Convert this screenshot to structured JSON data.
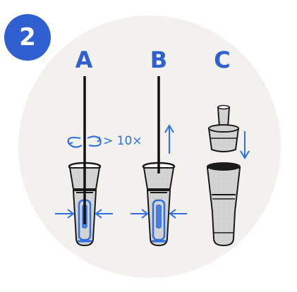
{
  "step": {
    "number": "2"
  },
  "panels": [
    {
      "letter": "A"
    },
    {
      "letter": "B"
    },
    {
      "letter": "C"
    }
  ],
  "annotations": {
    "twist_count": "> 10×"
  },
  "colors": {
    "accent_blue": "#2f5fd0",
    "arrow_blue": "#2f6fe0",
    "background_circle": "#f3f1ed",
    "tube_gray": "#d5d5d5",
    "outline": "#1a1a1a"
  },
  "icons": [
    "twist-arrow-icon",
    "up-arrow-icon",
    "down-arrow-icon",
    "squeeze-arrow-icon"
  ]
}
